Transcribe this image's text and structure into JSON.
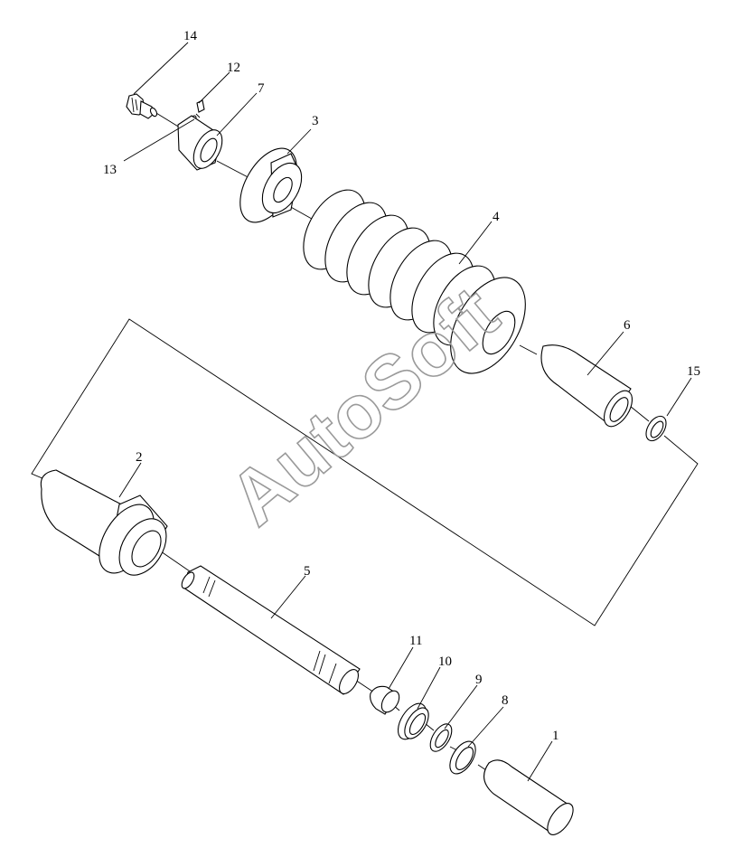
{
  "watermark": "AutoSoft",
  "callouts": {
    "p1": "1",
    "p2": "2",
    "p3": "3",
    "p4": "4",
    "p5": "5",
    "p6": "6",
    "p7": "7",
    "p8": "8",
    "p9": "9",
    "p10": "10",
    "p11": "11",
    "p12": "12",
    "p13": "13",
    "p14": "14",
    "p15": "15"
  }
}
